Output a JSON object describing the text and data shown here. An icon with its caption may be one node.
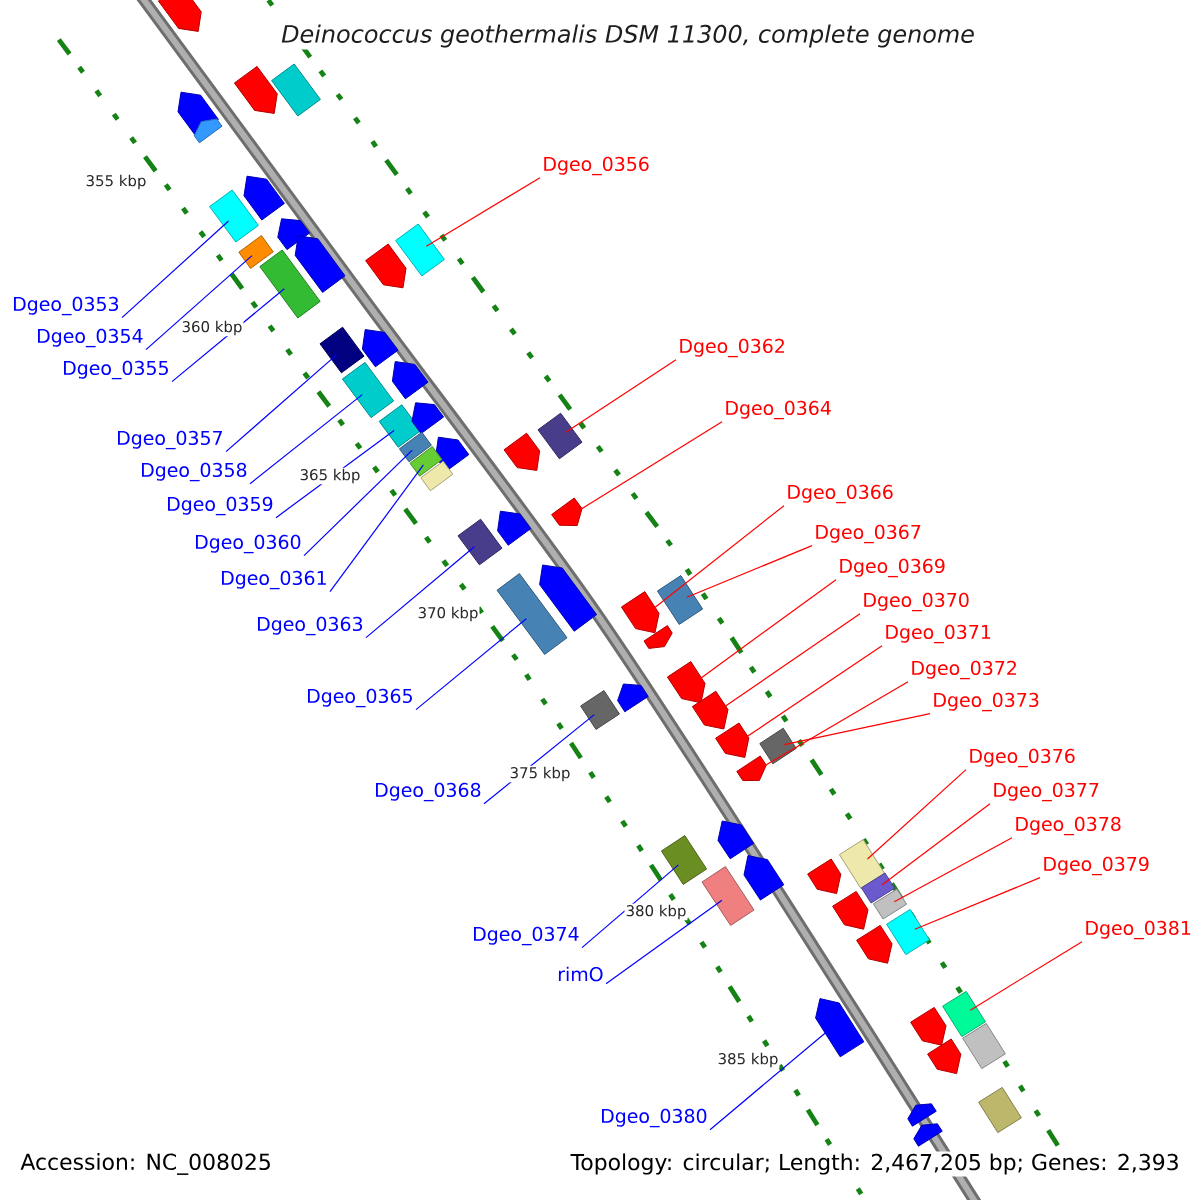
{
  "diagram": {
    "title": "Deinococcus geothermalis DSM 11300, complete genome",
    "nodes": [
      {
        "text": [
          "Dgeo_0356"
        ]
      },
      {
        "text": [
          "Dgeo_0353"
        ]
      },
      {
        "text": [
          "Dgeo_0354"
        ]
      },
      {
        "text": [
          "Dgeo_0362"
        ]
      },
      {
        "text": [
          "Dgeo_0355"
        ]
      },
      {
        "text": [
          "Dgeo_0364"
        ]
      },
      {
        "text": [
          "Dgeo_0357"
        ]
      },
      {
        "text": [
          "Dgeo_0358"
        ]
      },
      {
        "text": [
          "Dgeo_0366"
        ]
      },
      {
        "text": [
          "Dgeo_0359"
        ]
      },
      {
        "text": [
          "Dgeo_0367"
        ]
      },
      {
        "text": [
          "Dgeo_0360"
        ]
      },
      {
        "text": [
          "Dgeo_0369"
        ]
      },
      {
        "text": [
          "Dgeo_0361"
        ]
      },
      {
        "text": [
          "Dgeo_0370"
        ]
      },
      {
        "text": [
          "Dgeo_0363"
        ]
      },
      {
        "text": [
          "Dgeo_0371"
        ]
      },
      {
        "text": [
          "Dgeo_0372"
        ]
      },
      {
        "text": [
          "Dgeo_0365"
        ]
      },
      {
        "text": [
          "Dgeo_0373"
        ]
      },
      {
        "text": [
          "Dgeo_0376"
        ]
      },
      {
        "text": [
          "Dgeo_0368"
        ]
      },
      {
        "text": [
          "Dgeo_0377"
        ]
      },
      {
        "text": [
          "Dgeo_0378"
        ]
      },
      {
        "text": [
          "Dgeo_0379"
        ]
      },
      {
        "text": [
          "Dgeo_0381"
        ]
      },
      {
        "text": [
          "Dgeo_0374"
        ]
      },
      {
        "text": [
          "rimO"
        ]
      },
      {
        "text": [
          "Dgeo_0380"
        ]
      },
      {
        "text": [],
        "shape": "pentagon"
      },
      {
        "text": [],
        "shape": "pentagon"
      },
      {
        "text": [],
        "shape": "pentagon"
      },
      {
        "text": [],
        "shape": "pentagon"
      },
      {
        "text": [],
        "shape": "box"
      },
      {
        "text": [],
        "shape": "pentagon"
      },
      {
        "text": [],
        "shape": "box"
      },
      {
        "text": [],
        "shape": "pentagon"
      },
      {
        "text": [],
        "shape": "pentagon"
      },
      {
        "text": [],
        "shape": "box"
      },
      {
        "text": [],
        "shape": "box"
      },
      {
        "text": [],
        "shape": "pentagon"
      },
      {
        "text": [],
        "shape": "box"
      },
      {
        "text": [],
        "shape": "box"
      },
      {
        "text": [],
        "shape": "pentagon"
      },
      {
        "text": [],
        "shape": "box"
      },
      {
        "text": [],
        "shape": "pentagon"
      },
      {
        "text": [],
        "shape": "box"
      },
      {
        "text": [],
        "shape": "pentagon"
      },
      {
        "text": [],
        "shape": "pentagon"
      },
      {
        "text": [],
        "shape": "box"
      },
      {
        "text": [],
        "shape": "box"
      },
      {
        "text": [],
        "shape": "box"
      },
      {
        "text": [],
        "shape": "pentagon"
      },
      {
        "text": [],
        "shape": "box"
      },
      {
        "text": [],
        "shape": "pentagon"
      },
      {
        "text": [],
        "shape": "box"
      },
      {
        "text": [],
        "shape": "pentagon"
      },
      {
        "text": [],
        "shape": "box"
      },
      {
        "text": [],
        "shape": "pentagon"
      },
      {
        "text": [],
        "shape": "pentagon"
      },
      {
        "text": [],
        "shape": "pentagon"
      },
      {
        "text": [],
        "shape": "box"
      },
      {
        "text": [],
        "shape": "box"
      },
      {
        "text": [],
        "shape": "pentagon"
      },
      {
        "text": [],
        "shape": "pentagon"
      },
      {
        "text": [],
        "shape": "pentagon"
      },
      {
        "text": [],
        "shape": "pentagon"
      },
      {
        "text": [],
        "shape": "pentagon"
      },
      {
        "text": [],
        "shape": "box"
      },
      {
        "text": [],
        "shape": "box"
      },
      {
        "text": [],
        "shape": "box"
      },
      {
        "text": [],
        "shape": "pentagon"
      },
      {
        "text": [],
        "shape": "pentagon"
      },
      {
        "text": [],
        "shape": "pentagon"
      },
      {
        "text": [],
        "shape": "pentagon"
      },
      {
        "text": [],
        "shape": "pentagon"
      },
      {
        "text": [],
        "shape": "box"
      },
      {
        "text": [],
        "shape": "box"
      },
      {
        "text": [],
        "shape": "box"
      },
      {
        "text": [],
        "shape": "box"
      },
      {
        "text": [],
        "shape": "pentagon"
      },
      {
        "text": [],
        "shape": "pentagon"
      },
      {
        "text": [],
        "shape": "pentagon"
      },
      {
        "text": [],
        "shape": "pentagon"
      },
      {
        "text": [],
        "shape": "pentagon"
      },
      {
        "text": [],
        "shape": "box"
      },
      {
        "text": [],
        "shape": "box"
      },
      {
        "text": [],
        "shape": "box"
      }
    ],
    "edges": [
      {
        "from": 0,
        "to": 41,
        "arrow": "none"
      },
      {
        "from": 1,
        "to": 35,
        "arrow": "none",
        "color": "#0000ff"
      },
      {
        "from": 2,
        "to": 38,
        "arrow": "none",
        "color": "#0000ff"
      },
      {
        "from": 3,
        "to": 53,
        "arrow": "none"
      },
      {
        "from": 4,
        "to": 39,
        "arrow": "none",
        "color": "#0000ff"
      },
      {
        "from": 5,
        "to": 54,
        "arrow": "none"
      },
      {
        "from": 6,
        "to": 42,
        "arrow": "none",
        "color": "#0000ff"
      },
      {
        "from": 7,
        "to": 44,
        "arrow": "none",
        "color": "#0000ff"
      },
      {
        "from": 8,
        "to": 59,
        "arrow": "none"
      },
      {
        "from": 9,
        "to": 46,
        "arrow": "none",
        "color": "#0000ff"
      },
      {
        "from": 10,
        "to": 61,
        "arrow": "none"
      },
      {
        "from": 11,
        "to": 49,
        "arrow": "none",
        "color": "#0000ff"
      },
      {
        "from": 12,
        "to": 64,
        "arrow": "none"
      },
      {
        "from": 13,
        "to": 50,
        "arrow": "none",
        "color": "#0000ff"
      },
      {
        "from": 14,
        "to": 65,
        "arrow": "none"
      },
      {
        "from": 15,
        "to": 55,
        "arrow": "none",
        "color": "#0000ff"
      },
      {
        "from": 16,
        "to": 66,
        "arrow": "none"
      },
      {
        "from": 17,
        "to": 67,
        "arrow": "none"
      },
      {
        "from": 18,
        "to": 57,
        "arrow": "none",
        "color": "#0000ff"
      },
      {
        "from": 19,
        "to": 68,
        "arrow": "none"
      },
      {
        "from": 20,
        "to": 76,
        "arrow": "none"
      },
      {
        "from": 21,
        "to": 62,
        "arrow": "none",
        "color": "#0000ff"
      },
      {
        "from": 22,
        "to": 77,
        "arrow": "none"
      },
      {
        "from": 23,
        "to": 78,
        "arrow": "none"
      },
      {
        "from": 24,
        "to": 79,
        "arrow": "none"
      },
      {
        "from": 25,
        "to": 85,
        "arrow": "none"
      },
      {
        "from": 26,
        "to": 69,
        "arrow": "none",
        "color": "#0000ff"
      },
      {
        "from": 27,
        "to": 70,
        "arrow": "none",
        "color": "#0000ff"
      },
      {
        "from": 28,
        "to": 80,
        "arrow": "none",
        "color": "#0000ff"
      }
    ],
    "labels": [
      "355 kbp",
      "360 kbp",
      "365 kbp",
      "370 kbp",
      "375 kbp",
      "380 kbp",
      "385 kbp",
      "Accession: NC_008025",
      "Topology: circular; Length: 2,467,205 bp; Genes: 2,393"
    ]
  }
}
